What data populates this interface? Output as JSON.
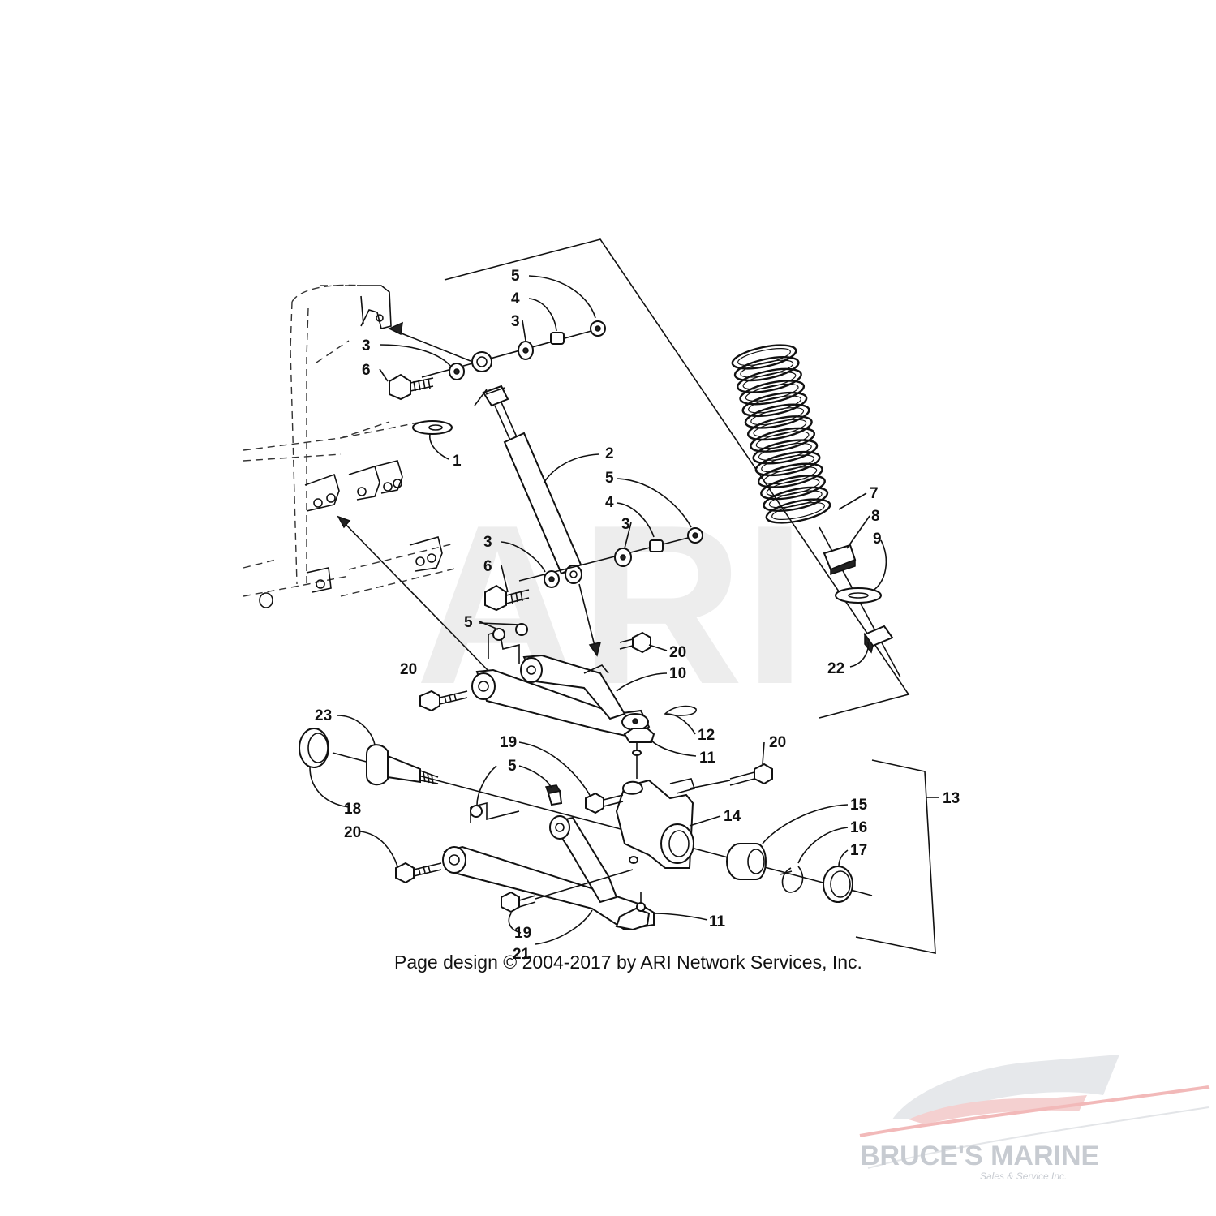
{
  "watermark": {
    "text": "ARI"
  },
  "copyright": "Page design © 2004-2017 by ARI Network Services, Inc.",
  "brand": {
    "name": "BRUCE'S MARINE",
    "tagline": "Sales & Service Inc."
  },
  "callouts": {
    "c5a": "5",
    "c4a": "4",
    "c3a": "3",
    "c3b": "3",
    "c6a": "6",
    "c1": "1",
    "c2": "2",
    "c5b": "5",
    "c4b": "4",
    "c3c": "3",
    "c3d": "3",
    "c6b": "6",
    "c5c": "5",
    "c20a": "20",
    "c20b": "20",
    "c10": "10",
    "c12": "12",
    "c11a": "11",
    "c7": "7",
    "c8": "8",
    "c9": "9",
    "c22": "22",
    "c23": "23",
    "c18": "18",
    "c19a": "19",
    "c5d": "5",
    "c20c": "20",
    "c20d": "20",
    "c14": "14",
    "c13": "13",
    "c15": "15",
    "c16": "16",
    "c17": "17",
    "c19b": "19",
    "c21": "21",
    "c11b": "11"
  }
}
